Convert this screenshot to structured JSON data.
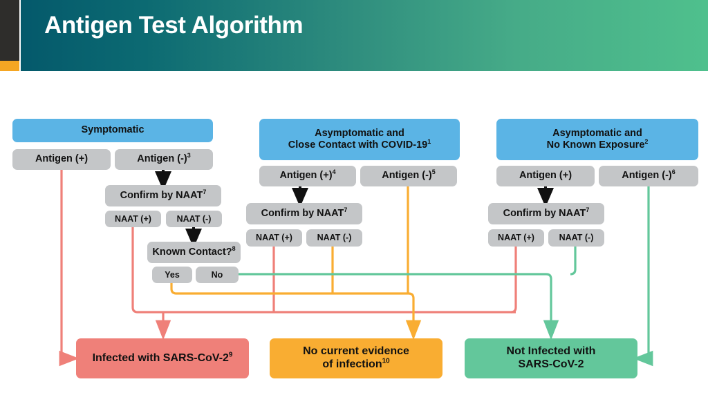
{
  "header": {
    "title": "Antigen Test Algorithm",
    "accent_dark": "#2e2d2b",
    "accent_orange": "#f5a623",
    "gradient_from": "#04596b",
    "gradient_to": "#4fc08d"
  },
  "palette": {
    "blue": "#5bb4e5",
    "grey": "#c4c6c8",
    "red": "#ef8079",
    "orange": "#f9ad32",
    "green": "#63c79b",
    "line_red": "#ef8079",
    "line_orange": "#f9ad32",
    "line_green": "#63c79b",
    "arrow_black": "#111111"
  },
  "chart_data": {
    "type": "diagram",
    "title": "Antigen Test Algorithm",
    "columns": [
      {
        "id": "symptomatic",
        "header": "Symptomatic",
        "branches": [
          "Antigen (+)",
          "Antigen (-)3"
        ],
        "confirm": "Confirm by NAAT7",
        "naat": [
          "NAAT (+)",
          "NAAT (-)"
        ],
        "question": "Known Contact?8",
        "answers": [
          "Yes",
          "No"
        ]
      },
      {
        "id": "close-contact",
        "header": "Asymptomatic and Close Contact with COVID-191",
        "branches": [
          "Antigen (+)4",
          "Antigen (-)5"
        ],
        "confirm": "Confirm by NAAT7",
        "naat": [
          "NAAT (+)",
          "NAAT (-)"
        ]
      },
      {
        "id": "no-exposure",
        "header": "Asymptomatic and No Known Exposure2",
        "branches": [
          "Antigen (+)",
          "Antigen (-)6"
        ],
        "confirm": "Confirm by NAAT7",
        "naat": [
          "NAAT (+)",
          "NAAT (-)"
        ]
      }
    ],
    "outcomes": [
      {
        "id": "infected",
        "label": "Infected with SARS-CoV-29",
        "color": "#ef8079"
      },
      {
        "id": "no-evidence",
        "label": "No current evidence of infection10",
        "color": "#f9ad32"
      },
      {
        "id": "not-infected",
        "label": "Not Infected with SARS-CoV-2",
        "color": "#63c79b"
      }
    ],
    "edges": [
      {
        "from": "symptomatic.antigen-positive",
        "to": "infected",
        "color": "red"
      },
      {
        "from": "symptomatic.naat-positive",
        "to": "infected",
        "color": "red"
      },
      {
        "from": "symptomatic.known-contact.yes",
        "to": "no-evidence",
        "color": "orange"
      },
      {
        "from": "symptomatic.known-contact.no",
        "to": "not-infected",
        "color": "green"
      },
      {
        "from": "close-contact.naat-positive",
        "to": "infected",
        "color": "red"
      },
      {
        "from": "close-contact.naat-negative",
        "to": "no-evidence",
        "color": "orange"
      },
      {
        "from": "close-contact.antigen-negative",
        "to": "no-evidence",
        "color": "orange"
      },
      {
        "from": "no-exposure.naat-positive",
        "to": "infected",
        "color": "red"
      },
      {
        "from": "no-exposure.naat-negative",
        "to": "not-infected",
        "color": "green"
      },
      {
        "from": "no-exposure.antigen-negative",
        "to": "not-infected",
        "color": "green"
      }
    ]
  },
  "col1": {
    "header": "Symptomatic",
    "antigen_pos": "Antigen (+)",
    "antigen_neg_txt": "Antigen (-)",
    "antigen_neg_sup": "3",
    "confirm_txt": "Confirm by NAAT",
    "confirm_sup": "7",
    "naat_pos": "NAAT (+)",
    "naat_neg": "NAAT (-)",
    "question_txt": "Known Contact?",
    "question_sup": "8",
    "yes": "Yes",
    "no": "No"
  },
  "col2": {
    "header_l1": "Asymptomatic and",
    "header_l2_txt": "Close Contact with COVID-19",
    "header_l2_sup": "1",
    "antigen_pos_txt": "Antigen (+)",
    "antigen_pos_sup": "4",
    "antigen_neg_txt": "Antigen (-)",
    "antigen_neg_sup": "5",
    "confirm_txt": "Confirm by NAAT",
    "confirm_sup": "7",
    "naat_pos": "NAAT (+)",
    "naat_neg": "NAAT (-)"
  },
  "col3": {
    "header_l1": "Asymptomatic and",
    "header_l2_txt": "No Known Exposure",
    "header_l2_sup": "2",
    "antigen_pos": "Antigen (+)",
    "antigen_neg_txt": "Antigen (-)",
    "antigen_neg_sup": "6",
    "confirm_txt": "Confirm by NAAT",
    "confirm_sup": "7",
    "naat_pos": "NAAT (+)",
    "naat_neg": "NAAT (-)"
  },
  "outcomes": {
    "infected_txt": "Infected with SARS-CoV-2",
    "infected_sup": "9",
    "no_evidence_l1": "No current evidence",
    "no_evidence_l2_txt": "of infection",
    "no_evidence_l2_sup": "10",
    "not_infected_l1": "Not Infected with",
    "not_infected_l2": "SARS-CoV-2"
  }
}
